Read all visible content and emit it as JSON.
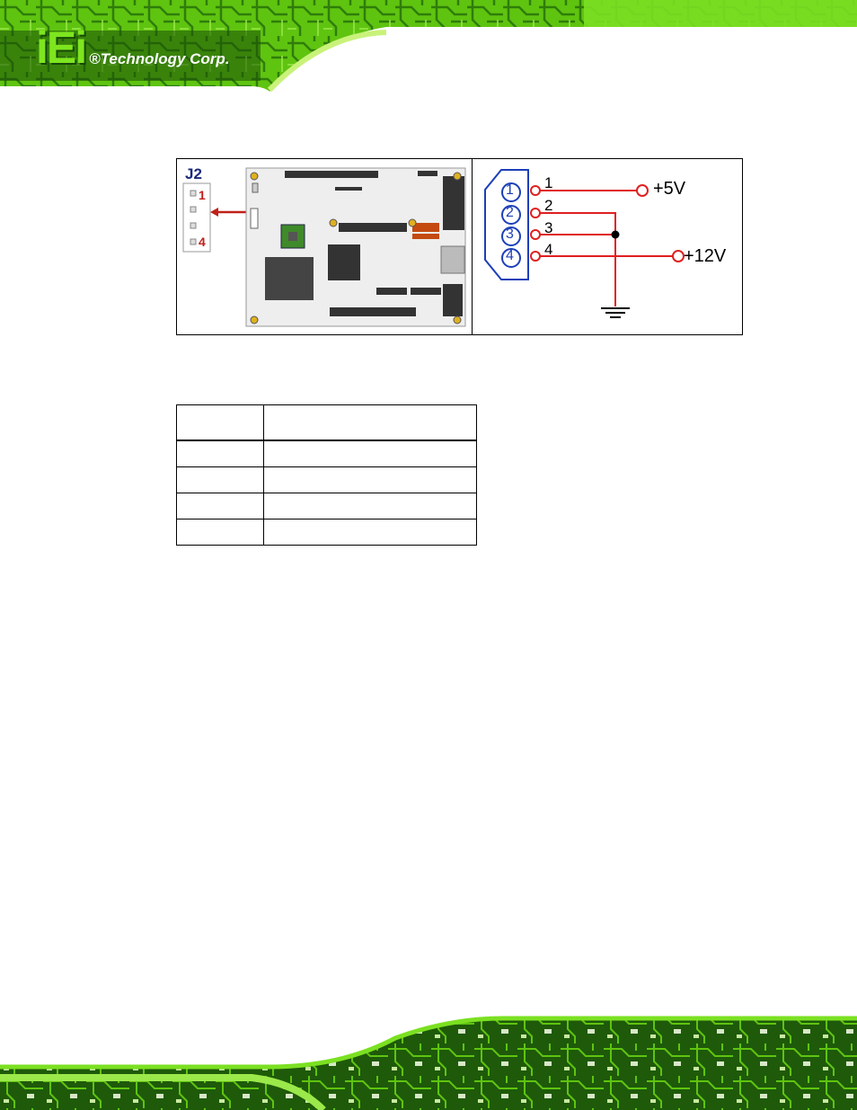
{
  "header": {
    "logo_text": "iEi",
    "company": "®Technology Corp."
  },
  "figure": {
    "connector_label": "J2",
    "pin_first": "1",
    "pin_last": "4",
    "schematic": {
      "pin_numbers": [
        "1",
        "2",
        "3",
        "4"
      ],
      "wire_labels": [
        "1",
        "2",
        "3",
        "4"
      ],
      "voltages": [
        "+5V",
        "+12V"
      ]
    }
  },
  "table": {
    "rows": [
      [
        "",
        ""
      ],
      [
        "",
        ""
      ],
      [
        "",
        ""
      ],
      [
        "",
        ""
      ],
      [
        "",
        ""
      ]
    ]
  },
  "colors": {
    "pcb_green": "#6fd11b",
    "dark_green": "#1f5a0c",
    "wire_red": "#e02020",
    "pin_blue": "#1c3fb8"
  }
}
